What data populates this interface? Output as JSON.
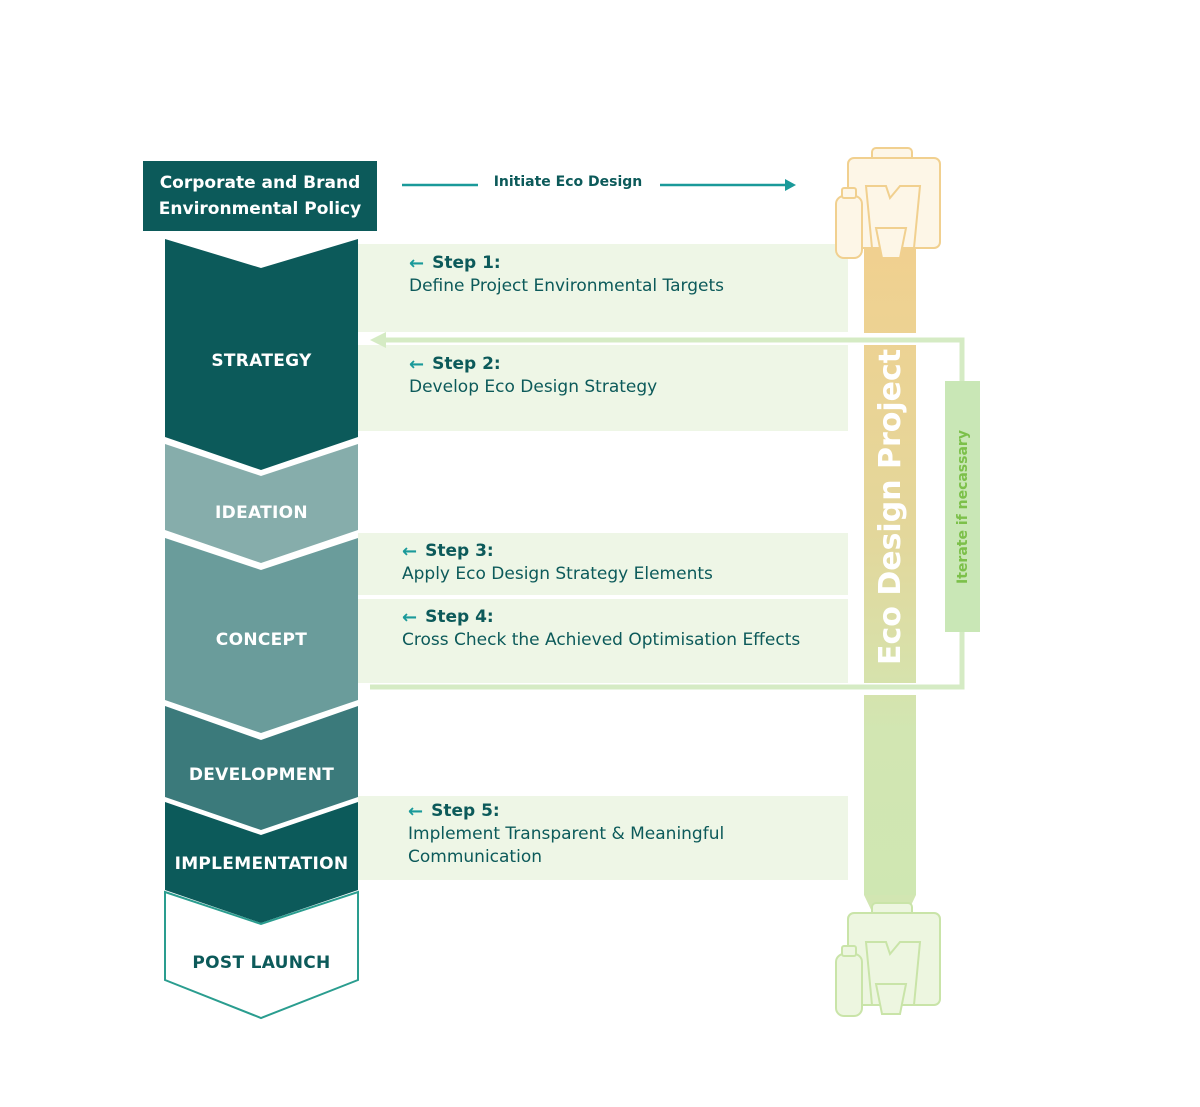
{
  "policy": {
    "label": "Corporate and Brand\nEnvironmental Policy"
  },
  "initiate": {
    "label": "Initiate Eco Design"
  },
  "phases": {
    "strategy": "STRATEGY",
    "ideation": "IDEATION",
    "concept": "CONCEPT",
    "development": "DEVELOPMENT",
    "implementation": "IMPLEMENTATION",
    "post_launch": "POST LAUNCH"
  },
  "steps": [
    {
      "title": "Step 1:",
      "desc": "Define Project Environmental Targets"
    },
    {
      "title": "Step 2:",
      "desc": "Develop Eco Design Strategy"
    },
    {
      "title": "Step 3:",
      "desc": "Apply Eco Design Strategy Elements"
    },
    {
      "title": "Step 4:",
      "desc": "Cross Check the Achieved Optimisation Effects"
    },
    {
      "title": "Step 5:",
      "desc": "Implement Transparent & Meaningful\nCommunication"
    }
  ],
  "project_bar": {
    "label": "Eco Design Project"
  },
  "iterate": {
    "label": "Iterate if necassary"
  },
  "colors": {
    "dark_teal": "#0c5a5a",
    "light_teal": "#86adab",
    "mid_teal": "#6a9c9b",
    "dev_teal": "#3b7a7b",
    "accent_teal": "#1a9a9a",
    "step_bg": "#eef6e6",
    "project_orange": "#f1d08f",
    "project_green": "#d2e6b2",
    "iterate_green": "#c9e7b6",
    "iterate_text": "#7cc04a"
  },
  "icons": {
    "top": "packaging-icon-orange",
    "bottom": "packaging-icon-green"
  }
}
